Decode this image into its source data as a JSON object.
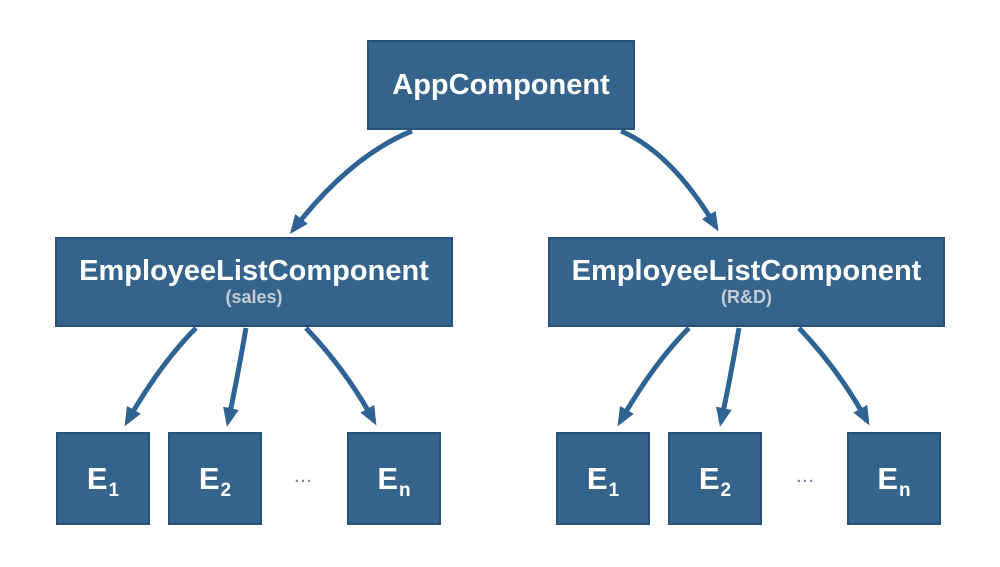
{
  "diagram": {
    "root": {
      "label": "AppComponent"
    },
    "groups": [
      {
        "title": "EmployeeListComponent",
        "subtitle": "(sales)",
        "ellipsis": "...",
        "children": [
          {
            "main": "E",
            "sub": "1"
          },
          {
            "main": "E",
            "sub": "2"
          },
          {
            "main": "E",
            "sub": "n"
          }
        ]
      },
      {
        "title": "EmployeeListComponent",
        "subtitle": "(R&D)",
        "ellipsis": "...",
        "children": [
          {
            "main": "E",
            "sub": "1"
          },
          {
            "main": "E",
            "sub": "2"
          },
          {
            "main": "E",
            "sub": "n"
          }
        ]
      }
    ],
    "colors": {
      "box_fill": "#34638b",
      "box_border": "#24527a",
      "arrow": "#2d6494",
      "title_text": "#ffffff",
      "subtitle_text": "#c6ccd3",
      "ellipsis_text": "#708ca8",
      "background": "#ffffff"
    }
  }
}
